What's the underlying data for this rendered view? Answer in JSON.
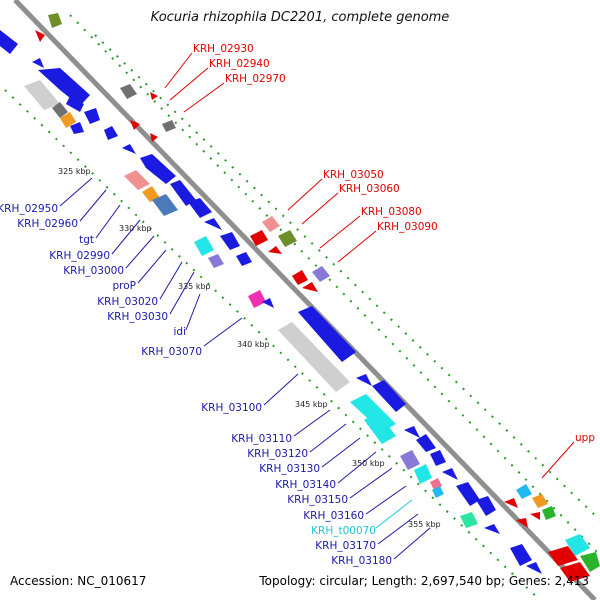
{
  "title": "Kocuria rhizophila DC2201, complete genome",
  "accession": "Accession: NC_010617",
  "summary": "Topology: circular; Length: 2,697,540 bp; Genes: 2,413",
  "colors": {
    "axis": "#909090",
    "forward_label": "#e00000",
    "reverse_label": "#1a1aa8",
    "rna_label": "#22c4d8",
    "guide": "#2a9a2a"
  },
  "scale_ticks": [
    "325 kbp",
    "330 kbp",
    "335 kbp",
    "340 kbp",
    "345 kbp",
    "350 kbp",
    "355 kbp"
  ],
  "forward_genes": [
    "KRH_02930",
    "KRH_02940",
    "KRH_02970",
    "KRH_03050",
    "KRH_03060",
    "KRH_03080",
    "KRH_03090",
    "upp"
  ],
  "reverse_genes": [
    "KRH_02950",
    "KRH_02960",
    "tgt",
    "KRH_02990",
    "KRH_03000",
    "proP",
    "KRH_03020",
    "KRH_03030",
    "idi",
    "KRH_03070",
    "KRH_03100",
    "KRH_03110",
    "KRH_03120",
    "KRH_03130",
    "KRH_03140",
    "KRH_03150",
    "KRH_03160",
    "KRH_t00070",
    "KRH_03170",
    "KRH_03180"
  ]
}
